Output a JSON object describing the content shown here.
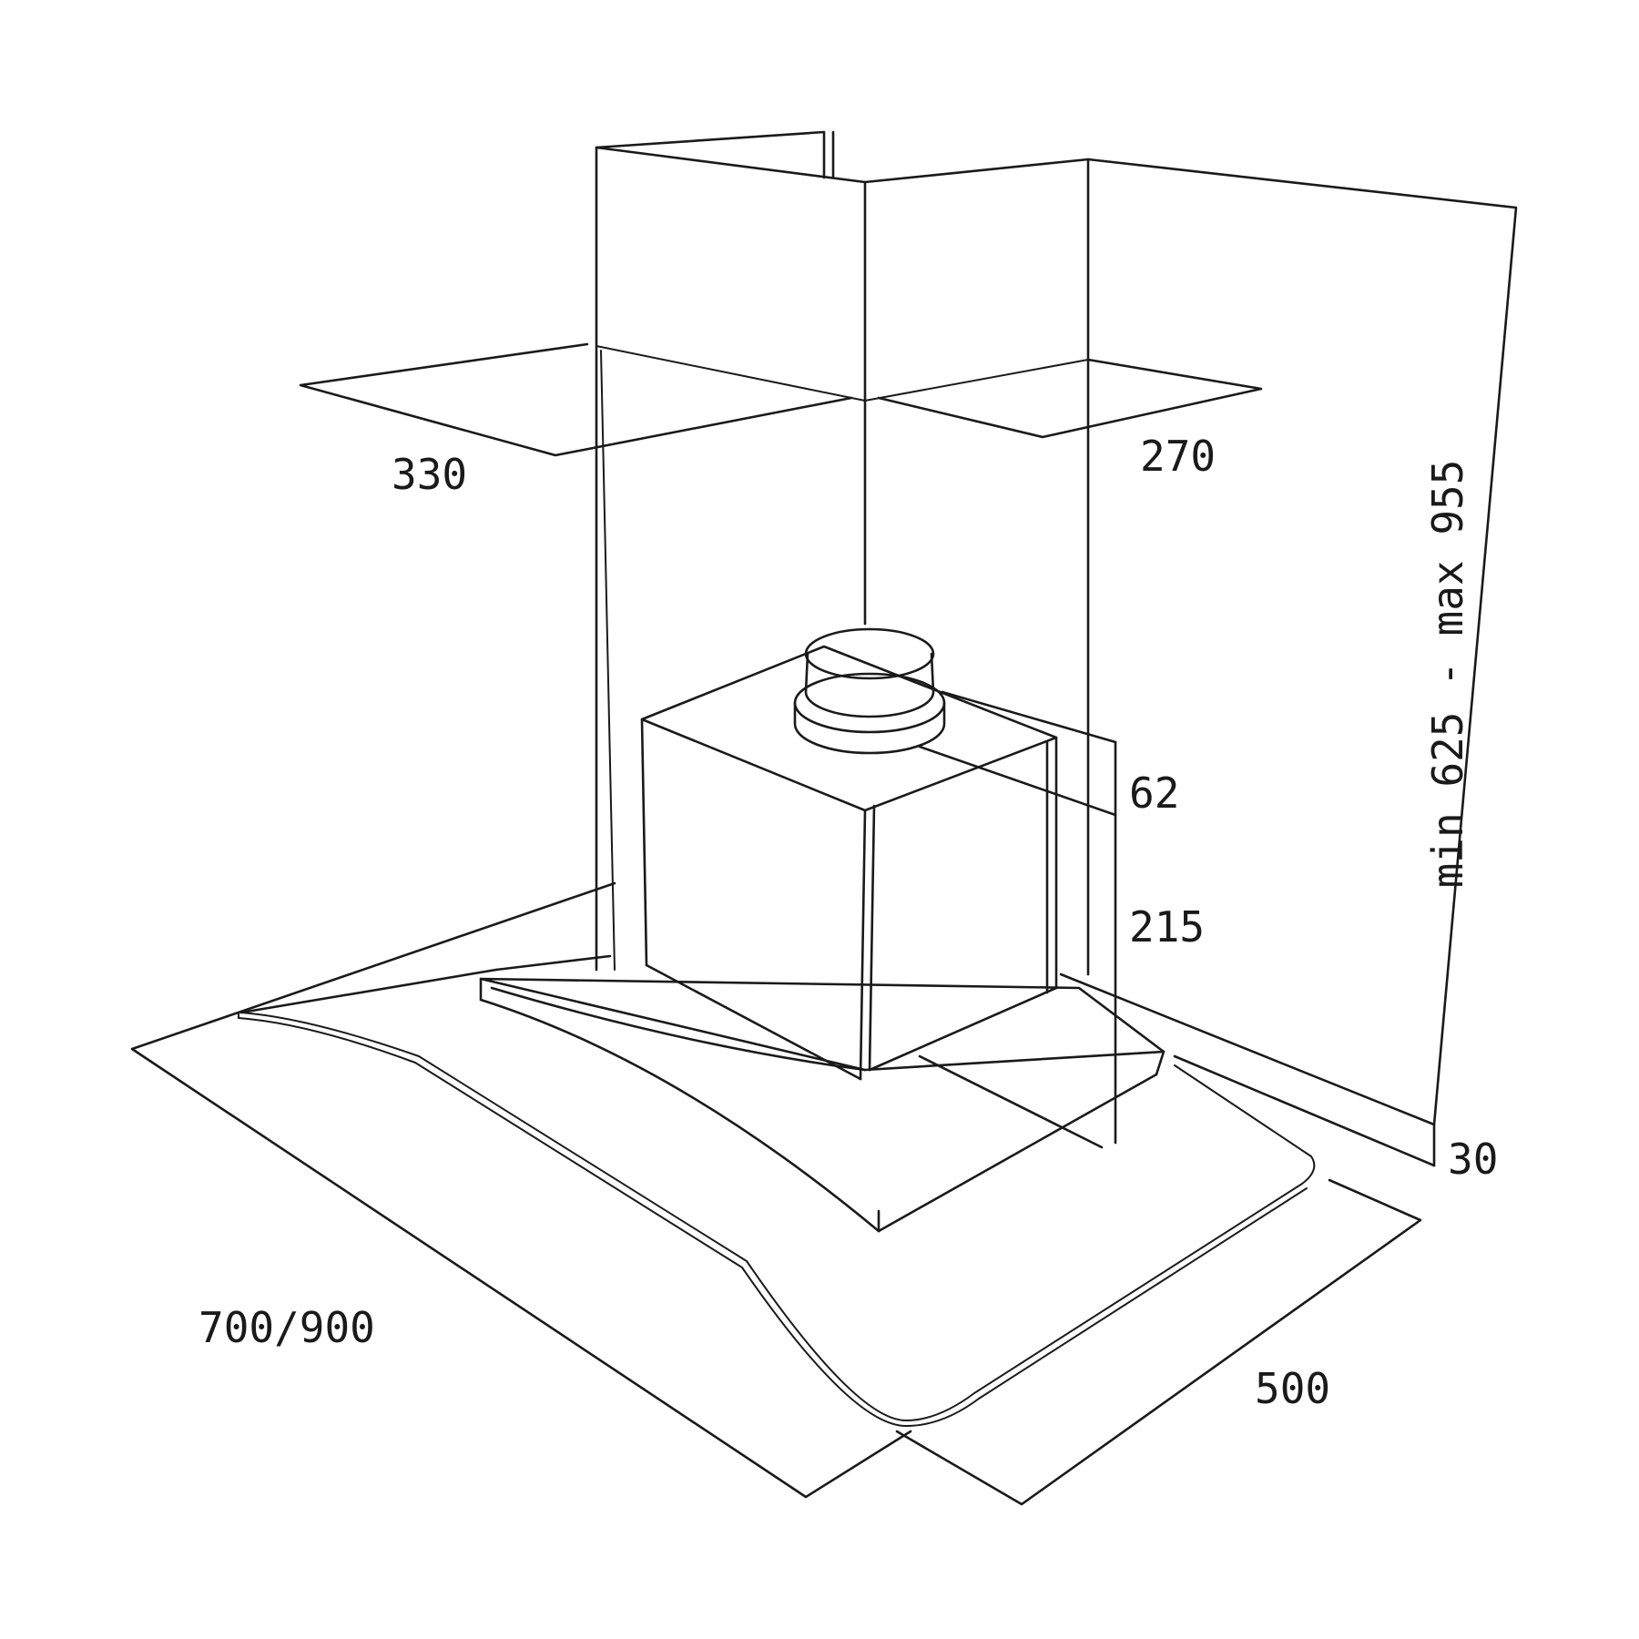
{
  "diagram": {
    "subject": "chimney-range-hood-dimension-drawing",
    "line_color": "#1a1a1a",
    "background": "#ffffff"
  },
  "dimensions": {
    "chimney_depth": "330",
    "chimney_width": "270",
    "chimney_height_range": "min 625 - max 955",
    "outlet_collar_height": "62",
    "motor_box_height": "215",
    "canopy_thickness": "30",
    "hood_width": "700/900",
    "hood_depth": "500"
  }
}
